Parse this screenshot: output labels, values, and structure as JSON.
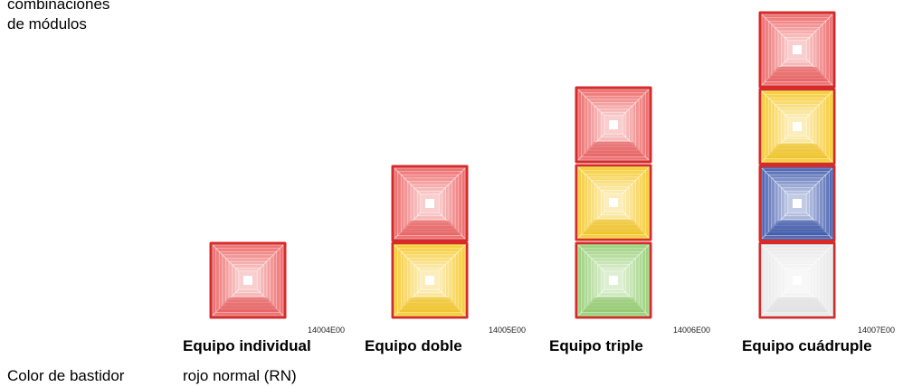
{
  "intro": {
    "line1": "combinaciones",
    "line2": "de módulos"
  },
  "colors": {
    "frame": "#d82a2a",
    "red": "#ec5a5a",
    "yellow": "#f5c51c",
    "green": "#8fcb6a",
    "blue": "#3550a8",
    "white": "#e6e6e6"
  },
  "devices": [
    {
      "title": "Equipo individual",
      "code": "14004E00",
      "modules": [
        "red"
      ]
    },
    {
      "title": "Equipo doble",
      "code": "14005E00",
      "modules": [
        "red",
        "yellow"
      ]
    },
    {
      "title": "Equipo triple",
      "code": "14006E00",
      "modules": [
        "red",
        "yellow",
        "green"
      ]
    },
    {
      "title": "Equipo cuádruple",
      "code": "14007E00",
      "modules": [
        "red",
        "yellow",
        "blue",
        "white"
      ]
    }
  ],
  "frame_color": {
    "label": "Color de bastidor",
    "value": "rojo normal (RN)"
  }
}
